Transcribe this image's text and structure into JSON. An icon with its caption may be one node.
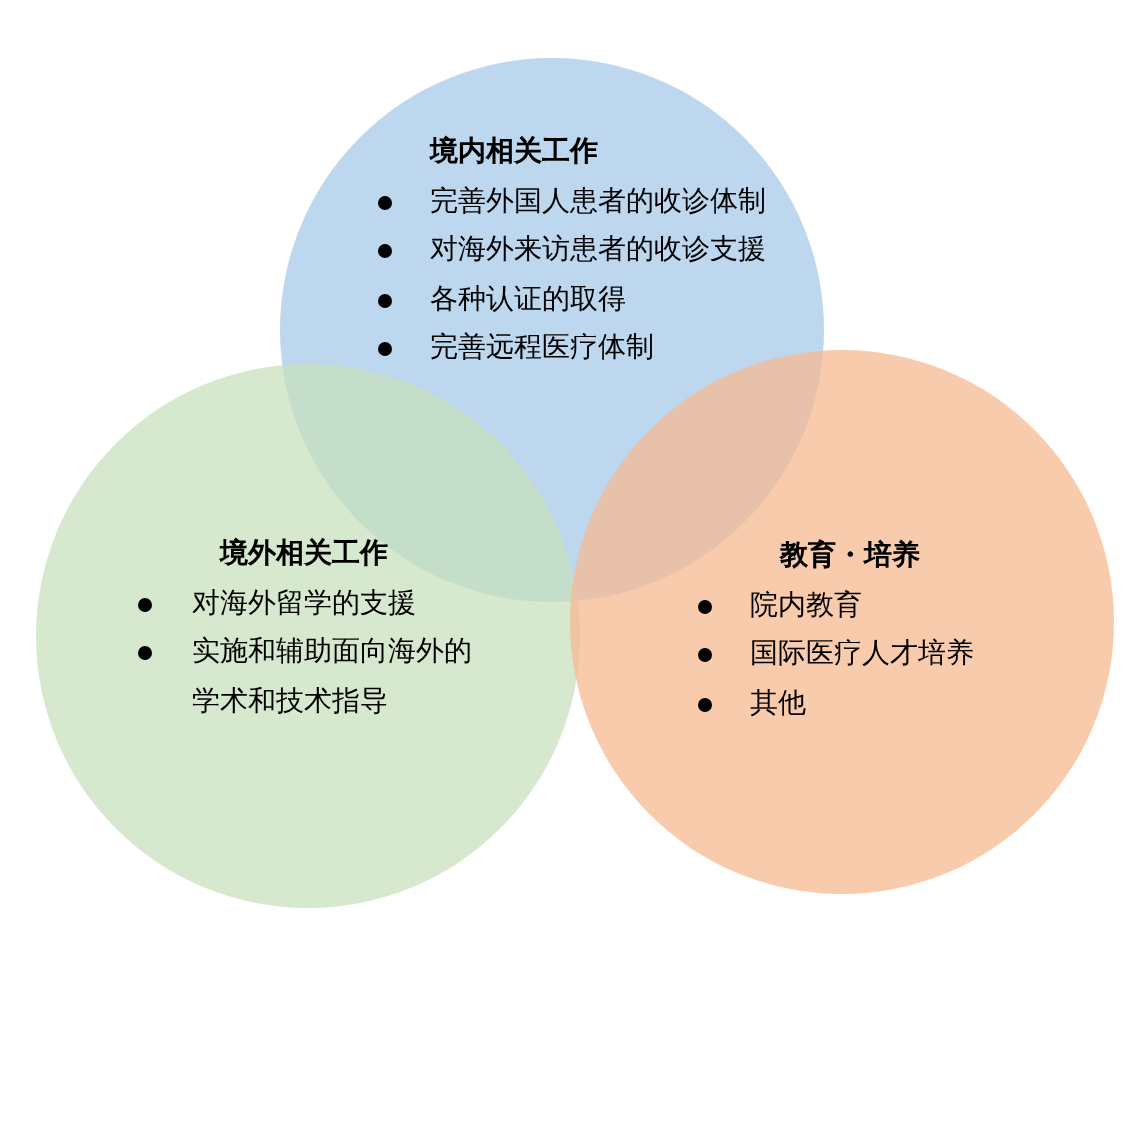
{
  "diagram": {
    "nodes": [
      {
        "text": [
          "境内相关工作",
          "完善外国人患者的收诊体制",
          "对海外来访患者的收诊支援",
          "各种认证的取得",
          "完善远程医疗体制"
        ]
      },
      {
        "text": [
          "境外相关工作",
          "对海外留学的支援",
          "实施和辅助面向海外的学术和技术指导"
        ]
      },
      {
        "text": [
          "教育・培养",
          "院内教育",
          "国际医疗人才培养",
          "其他"
        ]
      }
    ]
  }
}
